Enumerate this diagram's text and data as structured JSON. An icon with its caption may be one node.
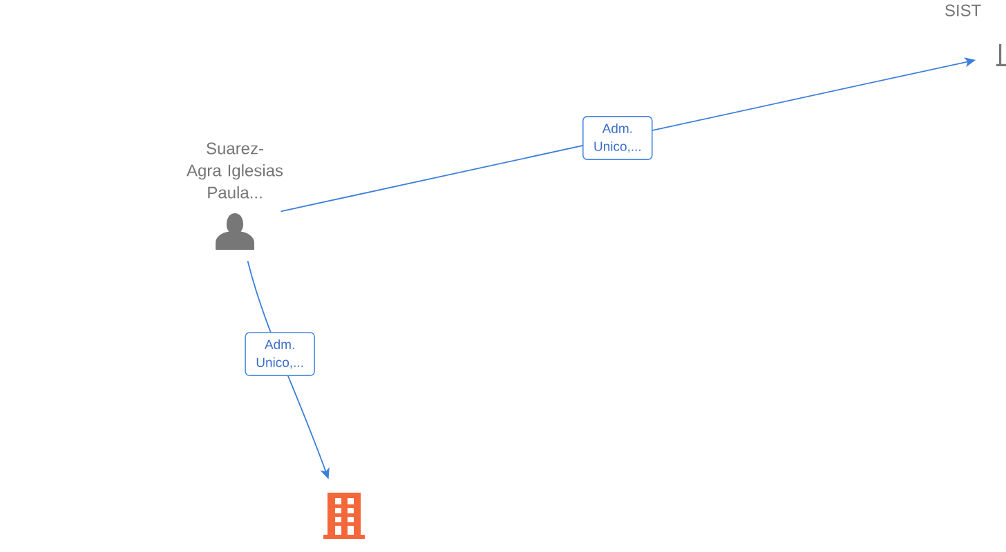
{
  "diagram": {
    "nodes": [
      {
        "text": [
          "Suarez- Agra Iglesias Paula..."
        ]
      },
      {
        "text": [
          "SIST"
        ]
      },
      {
        "text": [],
        "shape": "building"
      }
    ],
    "edges": [
      {
        "from": 0,
        "to": 1,
        "arrow": "to",
        "label": "Adm. Unico,..."
      },
      {
        "from": 0,
        "to": 2,
        "arrow": "to",
        "label": "Adm. Unico,..."
      }
    ]
  }
}
